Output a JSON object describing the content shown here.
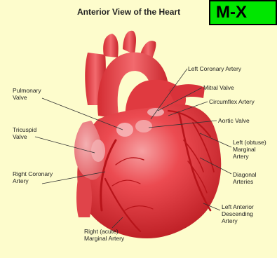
{
  "title": "Anterior View of the Heart",
  "badge": "M-X",
  "labels": {
    "left_coronary_artery": "Left Coronary Artery",
    "mitral_valve": "Mitral Valve",
    "circumflex_artery": "Circumflex Artery",
    "aortic_valve": "Aortic Valve",
    "left_obtuse_marginal": "Left (obtuse)\nMarginal\nArtery",
    "diagonal_arteries": "Diagonal\nArteries",
    "lad": "Left Anterior\nDescending\nArtery",
    "right_acute_marginal": "Right (acute)\nMarginal Artery",
    "right_coronary_artery": "Right Coronary\nArtery",
    "tricuspid_valve": "Tricuspid\nValve",
    "pulmonary_valve": "Pulmonary\nValve"
  },
  "colors": {
    "background": "#fdfccc",
    "heart": "#e8333a",
    "heart_light": "#f27a7e",
    "vessel": "#c4161c",
    "badge": "#00e600"
  }
}
